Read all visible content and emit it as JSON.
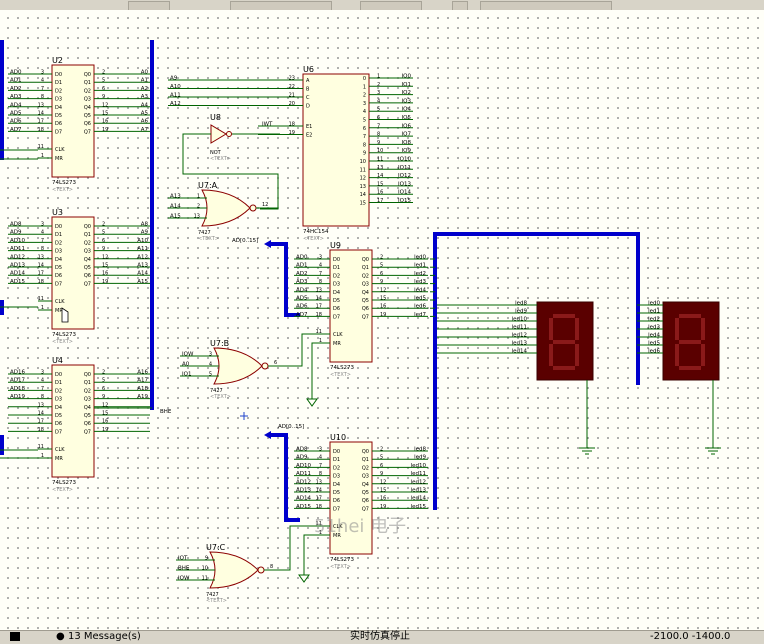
{
  "chips": {
    "u2": {
      "ref": "U2",
      "part": "74LS273",
      "in_nets": [
        "AD0",
        "AD1",
        "AD2",
        "AD3",
        "AD4",
        "AD5",
        "AD6",
        "AD7"
      ],
      "in_pins": [
        "3",
        "4",
        "7",
        "8",
        "13",
        "14",
        "17",
        "18"
      ],
      "out_pins": [
        "2",
        "5",
        "6",
        "9",
        "12",
        "15",
        "16",
        "19"
      ],
      "out_nets": [
        "A0",
        "A1",
        "A2",
        "A3",
        "A4",
        "A5",
        "A6",
        "A7"
      ]
    },
    "u3": {
      "ref": "U3",
      "part": "74LS273",
      "in_nets": [
        "AD8",
        "AD9",
        "AD10",
        "AD11",
        "AD12",
        "AD13",
        "AD14",
        "AD15"
      ],
      "in_pins": [
        "3",
        "4",
        "7",
        "8",
        "13",
        "14",
        "17",
        "18"
      ],
      "out_pins": [
        "2",
        "5",
        "6",
        "9",
        "12",
        "15",
        "16",
        "19"
      ],
      "out_nets": [
        "A8",
        "A9",
        "A10",
        "A11",
        "A12",
        "A13",
        "A14",
        "A15"
      ]
    },
    "u4": {
      "ref": "U4",
      "part": "74LS273",
      "in_nets": [
        "AD16",
        "AD17",
        "AD18",
        "AD19",
        "",
        "",
        "",
        ""
      ],
      "in_pins": [
        "3",
        "4",
        "7",
        "8",
        "13",
        "14",
        "17",
        "18"
      ],
      "out_pins": [
        "2",
        "5",
        "6",
        "9",
        "12",
        "15",
        "16",
        "19"
      ],
      "out_nets": [
        "A16",
        "A17",
        "A18",
        "A19",
        "",
        "",
        "",
        ""
      ]
    },
    "u6": {
      "ref": "U6",
      "part": "74HC154",
      "in_nets": [
        "A9",
        "A10",
        "A11",
        "A12"
      ],
      "in_pins": [
        "23",
        "22",
        "21",
        "20"
      ],
      "in_labels": [
        "A",
        "B",
        "C",
        "D"
      ],
      "en_nets": [
        "IWT",
        ""
      ],
      "en_pins": [
        "18",
        "19"
      ],
      "en_labels": [
        "E1",
        "E2"
      ],
      "out_pins": [
        "1",
        "2",
        "3",
        "4",
        "5",
        "6",
        "7",
        "8",
        "9",
        "10",
        "11",
        "13",
        "14",
        "15",
        "16",
        "17"
      ],
      "out_nets": [
        "IO0",
        "IO1",
        "IO2",
        "IO3",
        "IO4",
        "IO5",
        "IO6",
        "IO7",
        "IO8",
        "IO9",
        "IO10",
        "IO11",
        "IO12",
        "IO13",
        "IO14",
        "IO15"
      ]
    },
    "u9": {
      "ref": "U9",
      "part": "74LS273",
      "in_nets": [
        "AD0",
        "AD1",
        "AD2",
        "AD3",
        "AD4",
        "AD5",
        "AD6",
        "AD7"
      ],
      "in_pins": [
        "3",
        "4",
        "7",
        "8",
        "13",
        "14",
        "17",
        "18"
      ],
      "out_pins": [
        "2",
        "5",
        "6",
        "9",
        "12",
        "15",
        "16",
        "19"
      ],
      "out_nets": [
        "led0",
        "led1",
        "led2",
        "led3",
        "led4",
        "led5",
        "led6",
        "led7"
      ]
    },
    "u10": {
      "ref": "U10",
      "part": "74LS273",
      "in_nets": [
        "AD8",
        "AD9",
        "AD10",
        "AD11",
        "AD12",
        "AD13",
        "AD14",
        "AD15"
      ],
      "in_pins": [
        "3",
        "4",
        "7",
        "8",
        "13",
        "14",
        "17",
        "18"
      ],
      "out_pins": [
        "2",
        "5",
        "6",
        "9",
        "12",
        "15",
        "16",
        "19"
      ],
      "out_nets": [
        "led8",
        "led9",
        "led10",
        "led11",
        "led12",
        "led13",
        "led14",
        "led15"
      ]
    }
  },
  "dff_labels": [
    "D0",
    "D1",
    "D2",
    "D3",
    "D4",
    "D5",
    "D6",
    "D7"
  ],
  "q_labels": [
    "Q0",
    "Q1",
    "Q2",
    "Q3",
    "Q4",
    "Q5",
    "Q6",
    "Q7"
  ],
  "clk_label": "CLK",
  "mr_label": "MR",
  "clk_pin": "11",
  "mr_pin": "1",
  "text_placeholder": "<TEXT>",
  "gates": {
    "u8": {
      "ref": "U8",
      "part": "NOT"
    },
    "u7a": {
      "ref": "U7:A",
      "part": "7427",
      "in_nets": [
        "A13",
        "A14",
        "A15"
      ],
      "in_pins": [
        "1",
        "2",
        "13"
      ],
      "out_pin": "12"
    },
    "u7b": {
      "ref": "U7:B",
      "part": "7427",
      "in_nets": [
        "IOW",
        "A0",
        "IO1"
      ],
      "in_pins": [
        "3",
        "4",
        "5"
      ],
      "out_pin": "6"
    },
    "u7c": {
      "ref": "U7:C",
      "part": "7427",
      "in_nets": [
        "IOT",
        "BHE",
        "IOW"
      ],
      "in_pins": [
        "9",
        "10",
        "11"
      ],
      "out_pin": "8"
    }
  },
  "bus_labels": {
    "u9_bus": "AD[0..15]",
    "u10_bus": "AD[0..15]",
    "bhe": "BHE"
  },
  "displays": {
    "left_nets": [
      "led8",
      "led9",
      "led10",
      "led11",
      "led12",
      "led13",
      "led14"
    ],
    "right_nets": [
      "led0",
      "led1",
      "led2",
      "led3",
      "led4",
      "led5",
      "led6"
    ]
  },
  "watermark": "51hei 电子",
  "status": {
    "messages": "13 Message(s)",
    "simulation": "实时仿真停止",
    "coords": "-2100.0   -1400.0"
  },
  "colors": {
    "wire": "#006400",
    "bus": "#0000cc",
    "chip_border": "#8b0000",
    "chip_fill": "#ffffe0",
    "display": "#5a0000"
  }
}
